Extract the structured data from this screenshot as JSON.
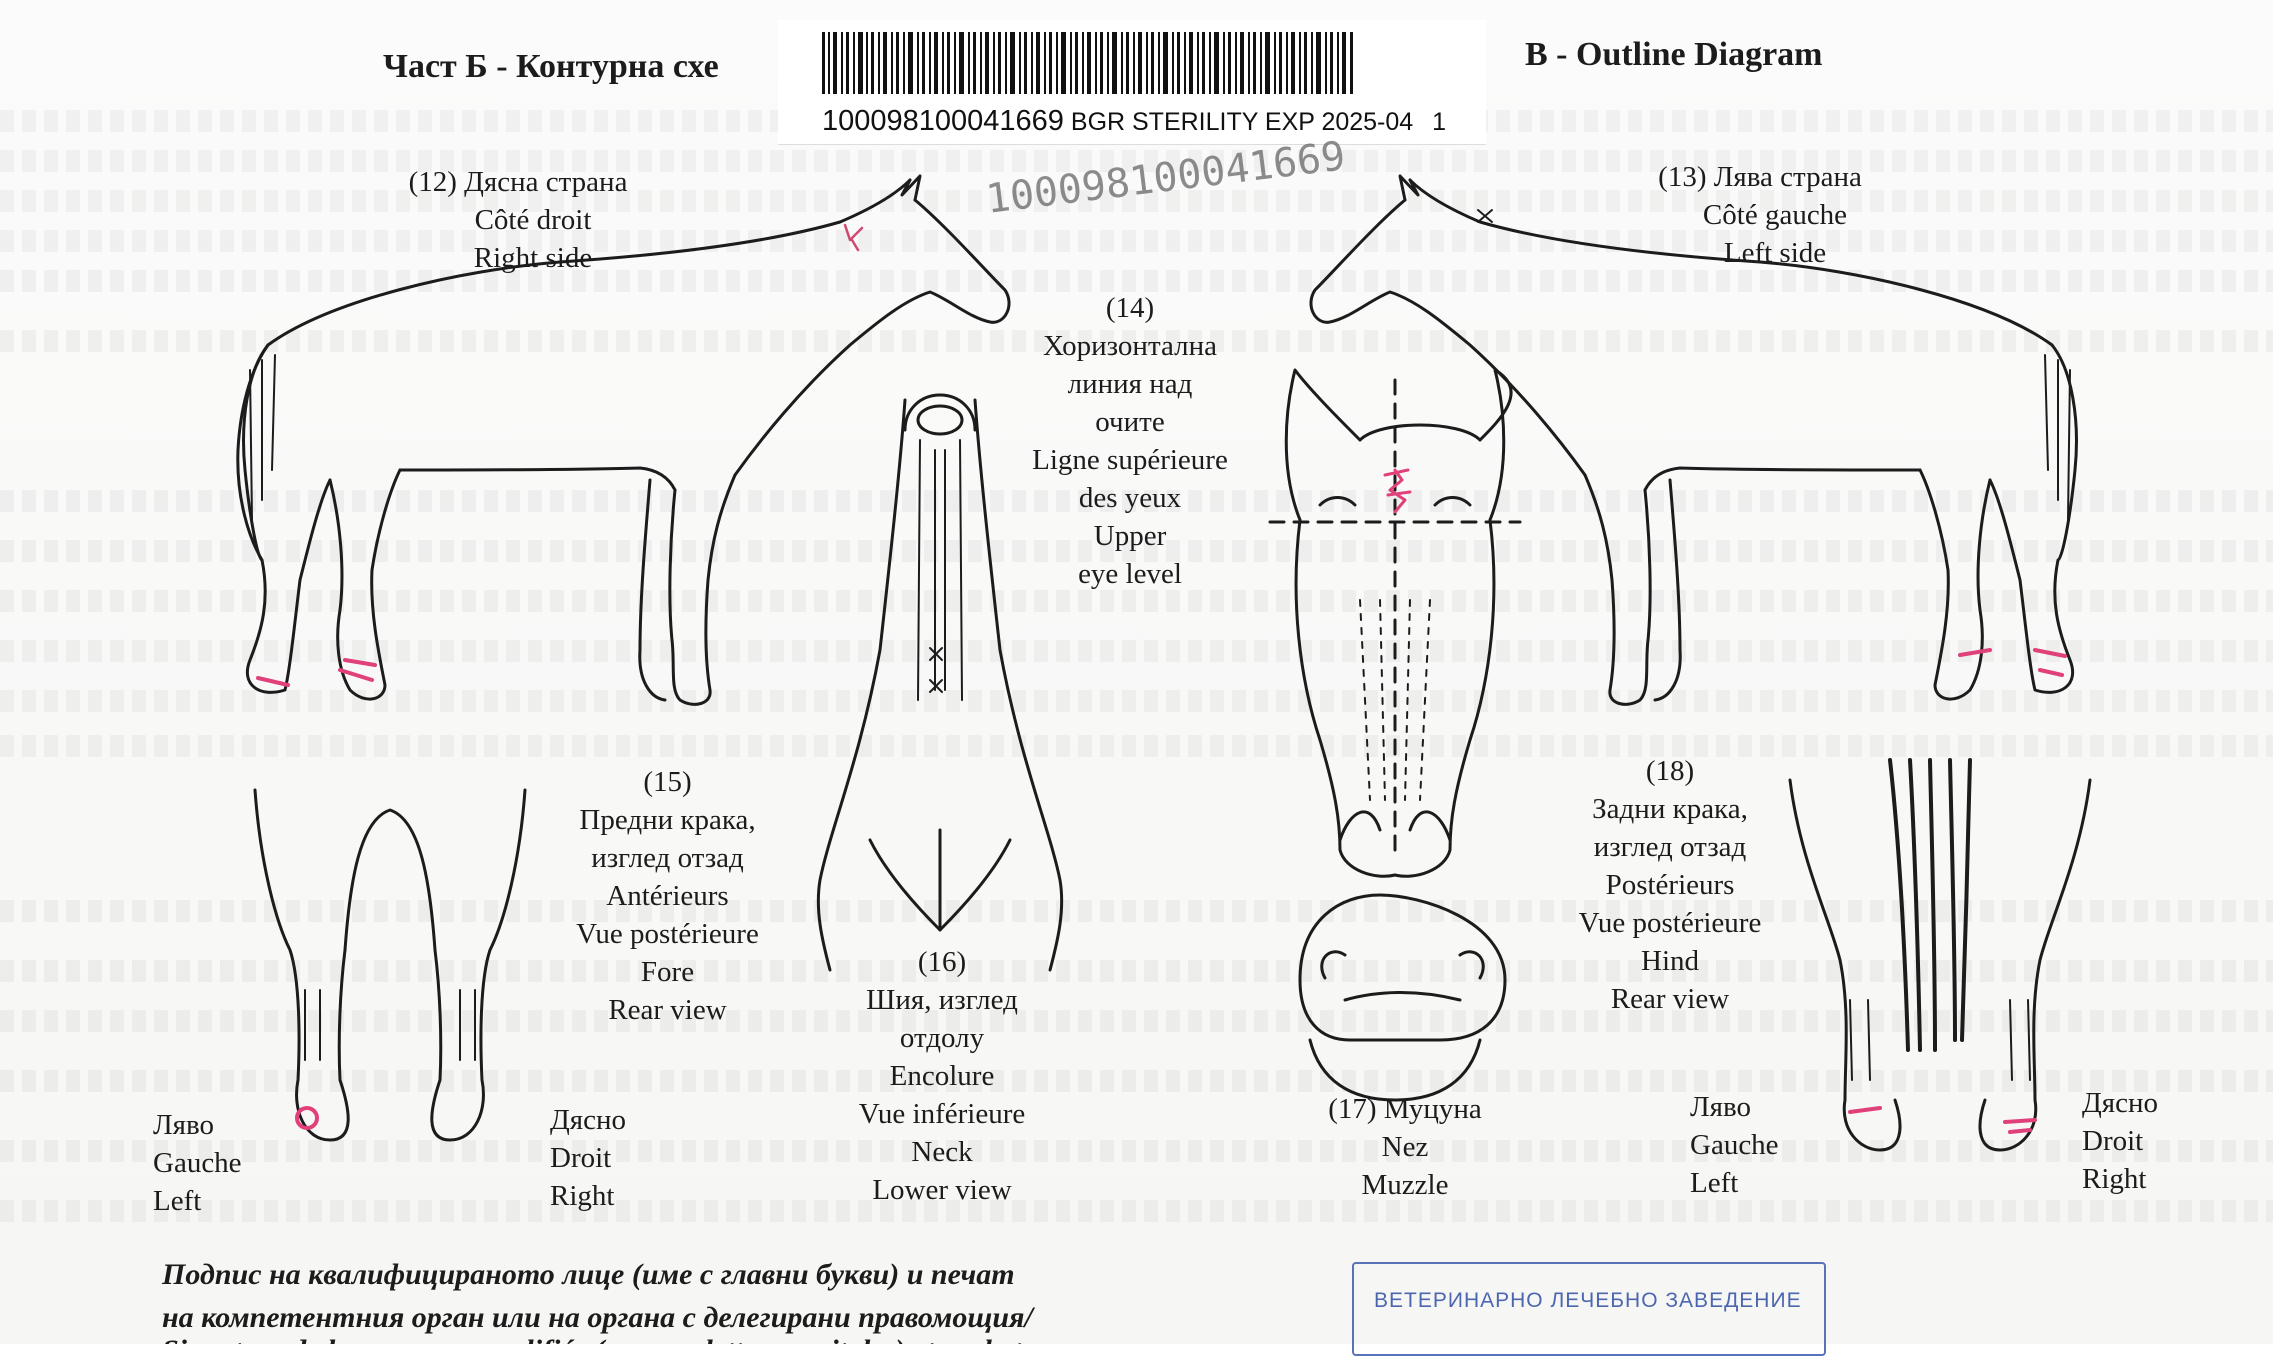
{
  "part_titles": {
    "bg": "Част Б - Контурна схе",
    "en": "B - Outline Diagram"
  },
  "barcode": {
    "number": "100098100041669",
    "label": "BGR STERILITY EXP 2025-04",
    "suffix": "1"
  },
  "handwritten_number": "100098100041669",
  "views": {
    "right_side": {
      "num": "(12)",
      "bg": "Дясна страна",
      "fr": "Côté droit",
      "en": "Right side"
    },
    "left_side": {
      "num": "(13)",
      "bg": "Лява страна",
      "fr": "Côté gauche",
      "en": "Left side"
    },
    "eye_level": {
      "num": "(14)",
      "bg1": "Хоризонтална",
      "bg2": "линия над",
      "bg3": "очите",
      "fr1": "Ligne supérieure",
      "fr2": "des yeux",
      "en1": "Upper",
      "en2": "eye level"
    },
    "forelegs": {
      "num": "(15)",
      "bg1": "Предни крака,",
      "bg2": "изглед отзад",
      "fr1": "Antérieurs",
      "fr2": "Vue postérieure",
      "en1": "Fore",
      "en2": "Rear view"
    },
    "neck": {
      "num": "(16)",
      "bg1": "Шия, изглед",
      "bg2": "отдолу",
      "fr1": "Encolure",
      "fr2": "Vue inférieure",
      "en1": "Neck",
      "en2": "Lower view"
    },
    "muzzle": {
      "bg": "(17) Муцуна",
      "fr": "Nez",
      "en": "Muzzle"
    },
    "hindlegs": {
      "num": "(18)",
      "bg1": "Задни крака,",
      "bg2": "изглед отзад",
      "fr1": "Postérieurs",
      "fr2": "Vue postérieure",
      "en1": "Hind",
      "en2": "Rear view"
    }
  },
  "side_labels": {
    "fore_left": {
      "bg": "Ляво",
      "fr": "Gauche",
      "en": "Left"
    },
    "fore_right": {
      "bg": "Дясно",
      "fr": "Droit",
      "en": "Right"
    },
    "hind_left": {
      "bg": "Ляво",
      "fr": "Gauche",
      "en": "Left"
    },
    "hind_right": {
      "bg": "Дясно",
      "fr": "Droit",
      "en": "Right"
    }
  },
  "signature": {
    "line1": "Подпис на квалифицираното лице (име с главни букви) и печат",
    "line2": "на компетентния орган или на органа с делегирани правомощия/",
    "line3": "Signature de la personne qualifiée (nom en lettres capitales) et cachet"
  },
  "stamp": {
    "text": "ВЕТЕРИНАРНО ЛЕЧЕБНО ЗАВЕДЕНИЕ"
  },
  "colors": {
    "ink": "#1c1c1c",
    "marking": "#e0417a",
    "stamp": "#5a73b8"
  }
}
